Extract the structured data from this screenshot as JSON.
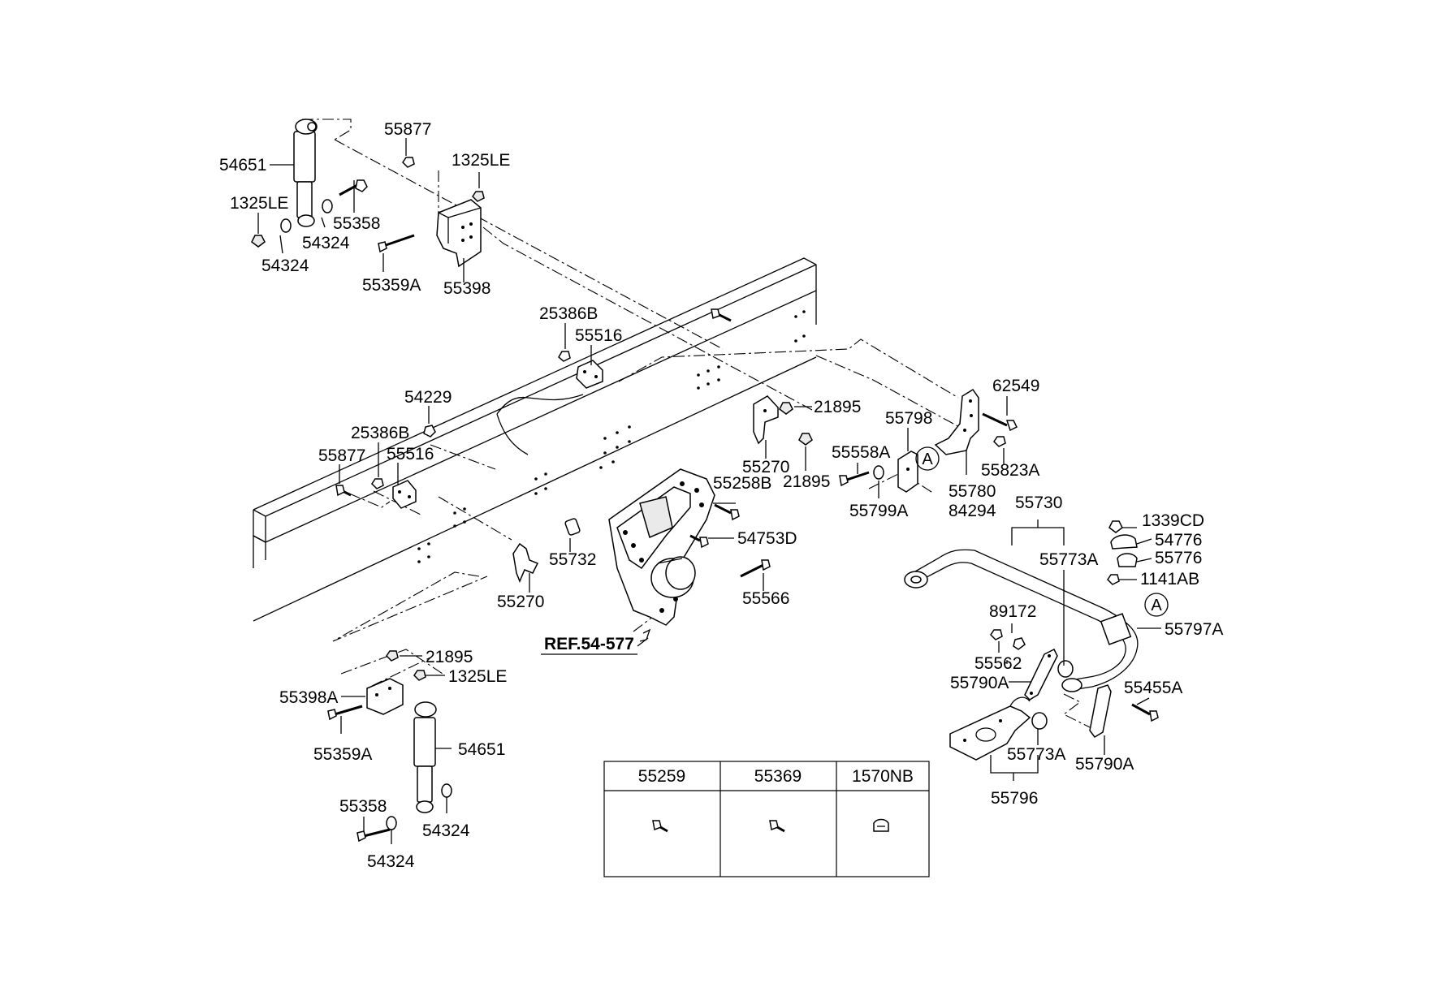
{
  "labels": {
    "shock_top": "54651",
    "bolt_55877_top": "55877",
    "nut_1325le_top_right": "1325LE",
    "nut_1325le_top_left": "1325LE",
    "bolt_55358_top": "55358",
    "washer_54324_top_right": "54324",
    "washer_54324_top_left": "54324",
    "bolt_55359a_top": "55359A",
    "bracket_55398": "55398",
    "bolt_25386b_upper": "25386B",
    "plate_55516_upper": "55516",
    "nut_54229": "54229",
    "bolt_25386b_lower": "25386B",
    "bolt_55877_left": "55877",
    "plate_55516_lower": "55516",
    "nut_21895_upper": "21895",
    "bracket_55270_upper": "55270",
    "nut_21895_mid": "21895",
    "bolt_62549": "62549",
    "plate_55798": "55798",
    "bolt_55558a": "55558A",
    "nut_55823a": "55823A",
    "washer_55799a": "55799A",
    "bracket_55780": "55780",
    "bracket_84294": "84294",
    "bolt_55258b": "55258B",
    "bolt_54753d": "54753D",
    "bushing_55732": "55732",
    "bolt_55566": "55566",
    "bracket_55270_lower": "55270",
    "stabilizer_55730": "55730",
    "nut_1339cd": "1339CD",
    "clamp_54776": "54776",
    "clamp_55776": "55776",
    "bolt_1141ab": "1141AB",
    "bushing_55773a_upper": "55773A",
    "nut_89172": "89172",
    "bushing_55797a": "55797A",
    "nut_55562": "55562",
    "link_55790a_left": "55790A",
    "bolt_55455a": "55455A",
    "bushing_55773a_lower": "55773A",
    "link_55790a_right": "55790A",
    "bracket_55796": "55796",
    "nut_21895_lower": "21895",
    "nut_1325le_lower": "1325LE",
    "bracket_55398a": "55398A",
    "bolt_55359a_lower": "55359A",
    "shock_lower": "54651",
    "bolt_55358_lower": "55358",
    "washer_54324_lower_right": "54324",
    "washer_54324_lower_left": "54324",
    "reference": "REF.54-577",
    "marker_a_left": "A",
    "marker_a_right": "A"
  },
  "legend_table": {
    "headers": [
      "55259",
      "55369",
      "1570NB"
    ],
    "icons": [
      "bolt-icon",
      "bolt-icon",
      "clip-nut-icon"
    ]
  }
}
